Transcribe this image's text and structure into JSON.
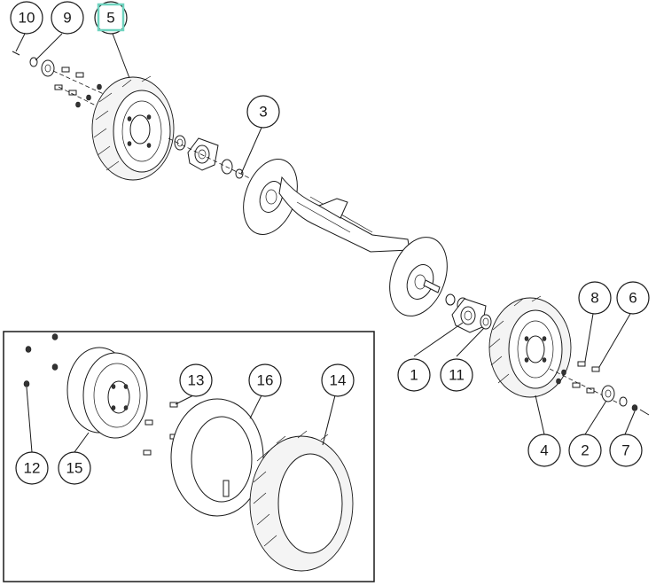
{
  "diagram": {
    "callouts": [
      {
        "id": "c10",
        "label": "10"
      },
      {
        "id": "c9",
        "label": "9"
      },
      {
        "id": "c5",
        "label": "5",
        "highlighted": true
      },
      {
        "id": "c3",
        "label": "3"
      },
      {
        "id": "c8",
        "label": "8"
      },
      {
        "id": "c6",
        "label": "6"
      },
      {
        "id": "c1",
        "label": "1"
      },
      {
        "id": "c11",
        "label": "11"
      },
      {
        "id": "c4",
        "label": "4"
      },
      {
        "id": "c2",
        "label": "2"
      },
      {
        "id": "c7",
        "label": "7"
      },
      {
        "id": "c13",
        "label": "13"
      },
      {
        "id": "c16",
        "label": "16"
      },
      {
        "id": "c14",
        "label": "14"
      },
      {
        "id": "c12",
        "label": "12"
      },
      {
        "id": "c15",
        "label": "15"
      }
    ],
    "highlight_color": "#6fd3bf",
    "line_color": "#1a1a1a"
  }
}
